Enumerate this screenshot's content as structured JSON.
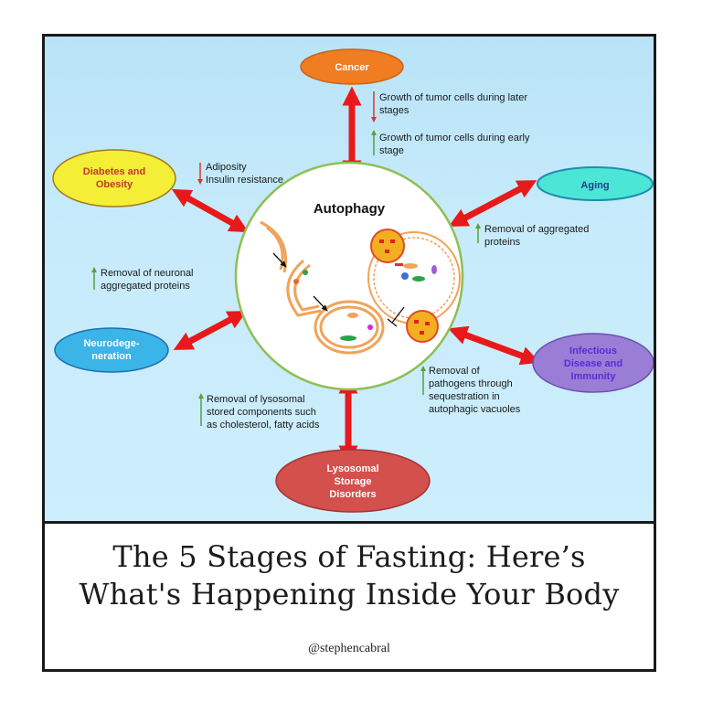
{
  "diagram": {
    "center": "Autophagy",
    "nodes": {
      "cancer": "Cancer",
      "diabetes": [
        "Diabetes and",
        "Obesity"
      ],
      "aging": "Aging",
      "neuro": [
        "Neurodege-",
        "neration"
      ],
      "infectious": [
        "Infectious",
        "Disease and",
        "Immunity"
      ],
      "lysosomal": [
        "Lysosomal",
        "Storage",
        "Disorders"
      ]
    },
    "notes": {
      "cancer_down": [
        "Growth of tumor cells during later",
        "stages"
      ],
      "cancer_up": [
        "Growth of tumor cells during early",
        "stage"
      ],
      "diabetes": [
        "Adiposity",
        "Insulin resistance"
      ],
      "aging": [
        "Removal of aggregated",
        "proteins"
      ],
      "neuro": [
        "Removal of neuronal",
        "aggregated proteins"
      ],
      "lysosomal": [
        "Removal of lysosomal",
        "stored components such",
        "as cholesterol, fatty acids"
      ],
      "infectious": [
        "Removal of",
        "pathogens through",
        "sequestration in",
        "autophagic vacuoles"
      ]
    },
    "colors": {
      "arrow": "#e8191b",
      "cancer": "#f07d22",
      "diabetes": "#f4ee36",
      "aging": "#4ce6d6",
      "neuro": "#3bb4e8",
      "infectious": "#9a7ed6",
      "lysosomal": "#d4504d",
      "up_arrow": "#5a9f3a",
      "down_arrow": "#d43b2b"
    }
  },
  "caption": {
    "title_line1": "The 5 Stages of Fasting: Here’s",
    "title_line2": "What's Happening Inside Your Body",
    "handle": "@stephencabral"
  }
}
